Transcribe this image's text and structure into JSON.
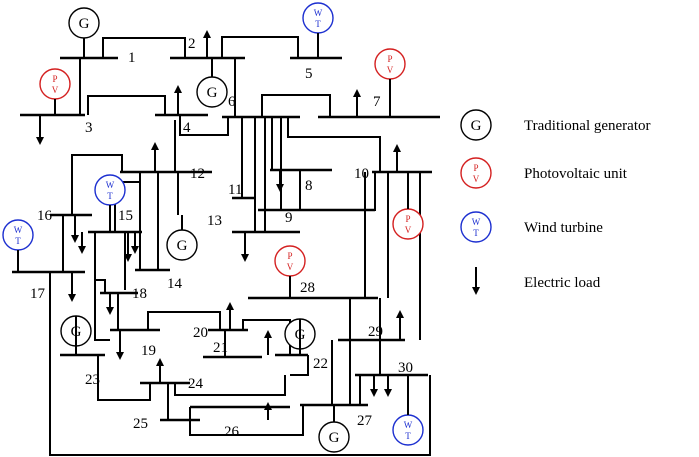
{
  "symbols": {
    "generator": "G",
    "pv_top": "P",
    "pv_bottom": "V",
    "wt_top": "W",
    "wt_bottom": "T"
  },
  "colors": {
    "generator": "#000000",
    "pv": "#d42020",
    "wt": "#1c2fd0"
  },
  "bus_labels": [
    "1",
    "2",
    "3",
    "4",
    "5",
    "6",
    "7",
    "8",
    "9",
    "10",
    "11",
    "12",
    "13",
    "14",
    "15",
    "16",
    "17",
    "18",
    "19",
    "20",
    "21",
    "22",
    "23",
    "24",
    "25",
    "26",
    "27",
    "28",
    "29",
    "30"
  ],
  "legend": [
    {
      "icon": "generator",
      "label": "Traditional generator"
    },
    {
      "icon": "pv",
      "label": "Photovoltaic unit"
    },
    {
      "icon": "wt",
      "label": "Wind turbine"
    },
    {
      "icon": "load",
      "label": "Electric load"
    }
  ]
}
